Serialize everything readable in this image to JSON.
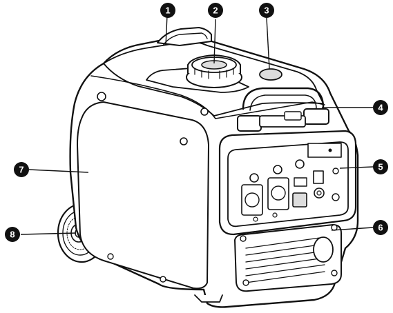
{
  "callouts": [
    {
      "number": "1",
      "part": "carry-handle"
    },
    {
      "number": "2",
      "part": "fuel-cap"
    },
    {
      "number": "3",
      "part": "top-vent"
    },
    {
      "number": "4",
      "part": "side-handle"
    },
    {
      "number": "5",
      "part": "control-panel"
    },
    {
      "number": "6",
      "part": "air-vent-grille"
    },
    {
      "number": "7",
      "part": "side-cover"
    },
    {
      "number": "8",
      "part": "wheel"
    }
  ],
  "colors": {
    "outline": "#111111",
    "badge": "#111111",
    "badge_text": "#ffffff",
    "body": "#ffffff"
  }
}
